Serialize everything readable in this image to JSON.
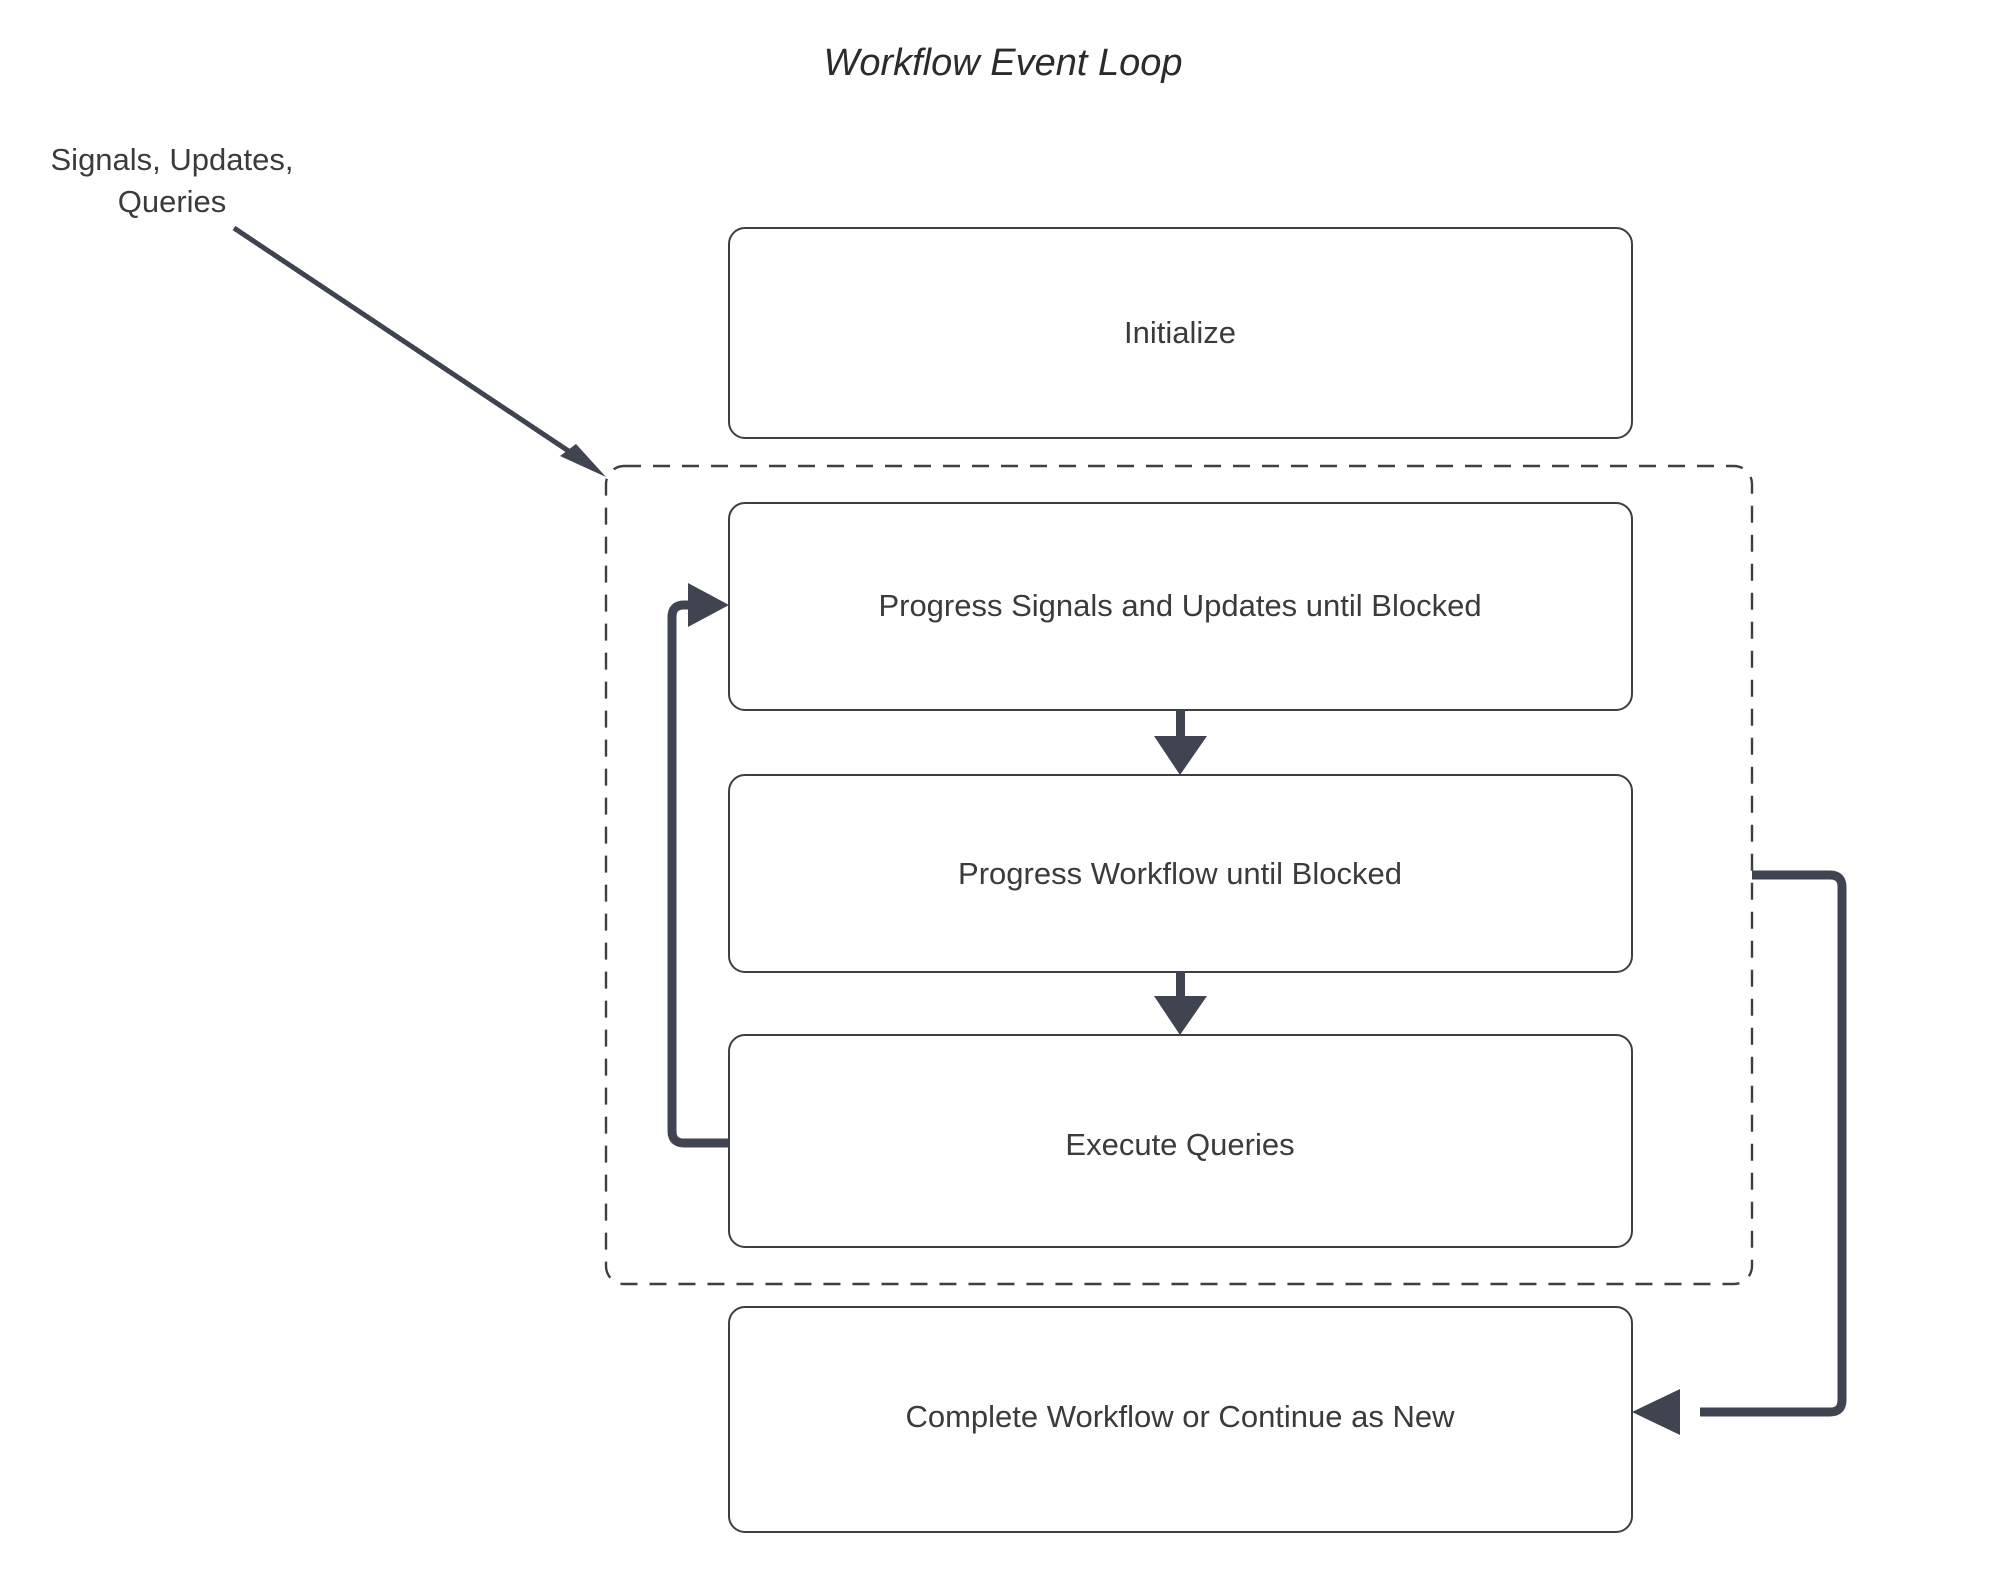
{
  "diagram": {
    "title": "Workflow Event Loop",
    "type": "flowchart",
    "external_inputs": {
      "label_line1": "Signals, Updates,",
      "label_line2": "Queries",
      "target": "event-loop-group"
    },
    "nodes": [
      {
        "id": "initialize",
        "label": "Initialize"
      },
      {
        "id": "progress-signals",
        "label": "Progress Signals and Updates until Blocked"
      },
      {
        "id": "progress-workflow",
        "label": "Progress Workflow until Blocked"
      },
      {
        "id": "execute-queries",
        "label": "Execute Queries"
      },
      {
        "id": "complete-workflow",
        "label": "Complete Workflow or Continue as New"
      }
    ],
    "group": {
      "id": "event-loop-group",
      "style": "dashed",
      "members": [
        "progress-signals",
        "progress-workflow",
        "execute-queries"
      ]
    },
    "edges": [
      {
        "from": "external-inputs",
        "to": "event-loop-group",
        "style": "diagonal-arrow"
      },
      {
        "from": "progress-signals",
        "to": "progress-workflow",
        "style": "down-arrow"
      },
      {
        "from": "progress-workflow",
        "to": "execute-queries",
        "style": "down-arrow"
      },
      {
        "from": "execute-queries",
        "to": "progress-signals",
        "style": "left-loop-back"
      },
      {
        "from": "event-loop-group",
        "to": "complete-workflow",
        "style": "right-loop-exit"
      }
    ]
  },
  "colors": {
    "background": "#ffffff",
    "box_stroke": "#3f3f3f",
    "text": "#3b3b3b",
    "title_text": "#2b2b2b",
    "connector": "#3f4450"
  }
}
